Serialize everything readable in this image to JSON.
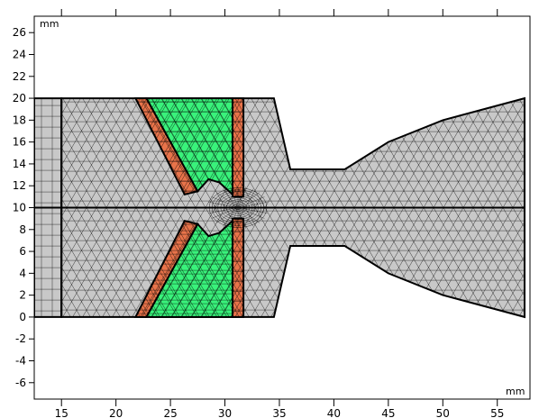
{
  "viewport": {
    "x_unit_label": "mm",
    "y_unit_label": "mm",
    "x_ticks": [
      15,
      20,
      25,
      30,
      35,
      40,
      45,
      50,
      55
    ],
    "y_ticks": [
      26,
      24,
      22,
      20,
      18,
      16,
      14,
      12,
      10,
      8,
      6,
      4,
      2,
      0,
      -2,
      -4,
      -6
    ],
    "x_range": [
      12.5,
      58
    ],
    "y_range": [
      -7.5,
      27.5
    ]
  },
  "colors": {
    "background": "#ffffff",
    "mesh_fill": "#c8c8c8",
    "insulator_fill": "#e8734a",
    "green_fill": "#39f27b",
    "mesh_line": "#000000"
  },
  "geometry_regions": [
    {
      "name": "quad-mesh-region",
      "fill_key": "mesh_fill",
      "points": [
        [
          12.5,
          20
        ],
        [
          15,
          20
        ],
        [
          15,
          0
        ],
        [
          12.5,
          0
        ]
      ]
    },
    {
      "name": "chamber-region",
      "fill_key": "mesh_fill",
      "points": [
        [
          15,
          20
        ],
        [
          34.5,
          20
        ],
        [
          36,
          13.5
        ],
        [
          41,
          13.5
        ],
        [
          45,
          16
        ],
        [
          50,
          18
        ],
        [
          57.5,
          20
        ],
        [
          57.5,
          0
        ],
        [
          50,
          2
        ],
        [
          45,
          4
        ],
        [
          41,
          6.5
        ],
        [
          36,
          6.5
        ],
        [
          34.5,
          0
        ],
        [
          15,
          0
        ]
      ]
    },
    {
      "name": "insulator-left-upper",
      "fill_key": "insulator_fill",
      "points": [
        [
          21.8,
          20
        ],
        [
          22.8,
          20
        ],
        [
          27.5,
          11.5
        ],
        [
          26.3,
          11.2
        ]
      ]
    },
    {
      "name": "insulator-left-lower",
      "fill_key": "insulator_fill",
      "points": [
        [
          21.8,
          0
        ],
        [
          22.8,
          0
        ],
        [
          27.5,
          8.5
        ],
        [
          26.3,
          8.8
        ]
      ]
    },
    {
      "name": "insulator-bar-upper",
      "fill_key": "insulator_fill",
      "points": [
        [
          30.7,
          20
        ],
        [
          31.7,
          20
        ],
        [
          31.7,
          11
        ],
        [
          30.7,
          11
        ]
      ]
    },
    {
      "name": "insulator-bar-lower",
      "fill_key": "insulator_fill",
      "points": [
        [
          30.7,
          0
        ],
        [
          31.7,
          0
        ],
        [
          31.7,
          9
        ],
        [
          30.7,
          9
        ]
      ]
    },
    {
      "name": "green-region-upper",
      "fill_key": "green_fill",
      "points": [
        [
          22.8,
          20
        ],
        [
          30.7,
          20
        ],
        [
          30.7,
          11.2
        ],
        [
          29.5,
          12.3
        ],
        [
          28.5,
          12.6
        ],
        [
          27.5,
          11.5
        ]
      ]
    },
    {
      "name": "green-region-lower",
      "fill_key": "green_fill",
      "points": [
        [
          22.8,
          0
        ],
        [
          30.7,
          0
        ],
        [
          30.7,
          8.8
        ],
        [
          29.5,
          7.7
        ],
        [
          28.5,
          7.4
        ],
        [
          27.5,
          8.5
        ]
      ]
    }
  ],
  "geometry_lines": [
    {
      "name": "symmetry-axis-line",
      "points": [
        [
          12.5,
          10
        ],
        [
          57.5,
          10
        ]
      ]
    },
    {
      "name": "quad-boundary-line",
      "points": [
        [
          15,
          20
        ],
        [
          15,
          0
        ]
      ]
    },
    {
      "name": "right-boundary-line",
      "points": [
        [
          57.5,
          20
        ],
        [
          57.5,
          0
        ]
      ]
    }
  ]
}
